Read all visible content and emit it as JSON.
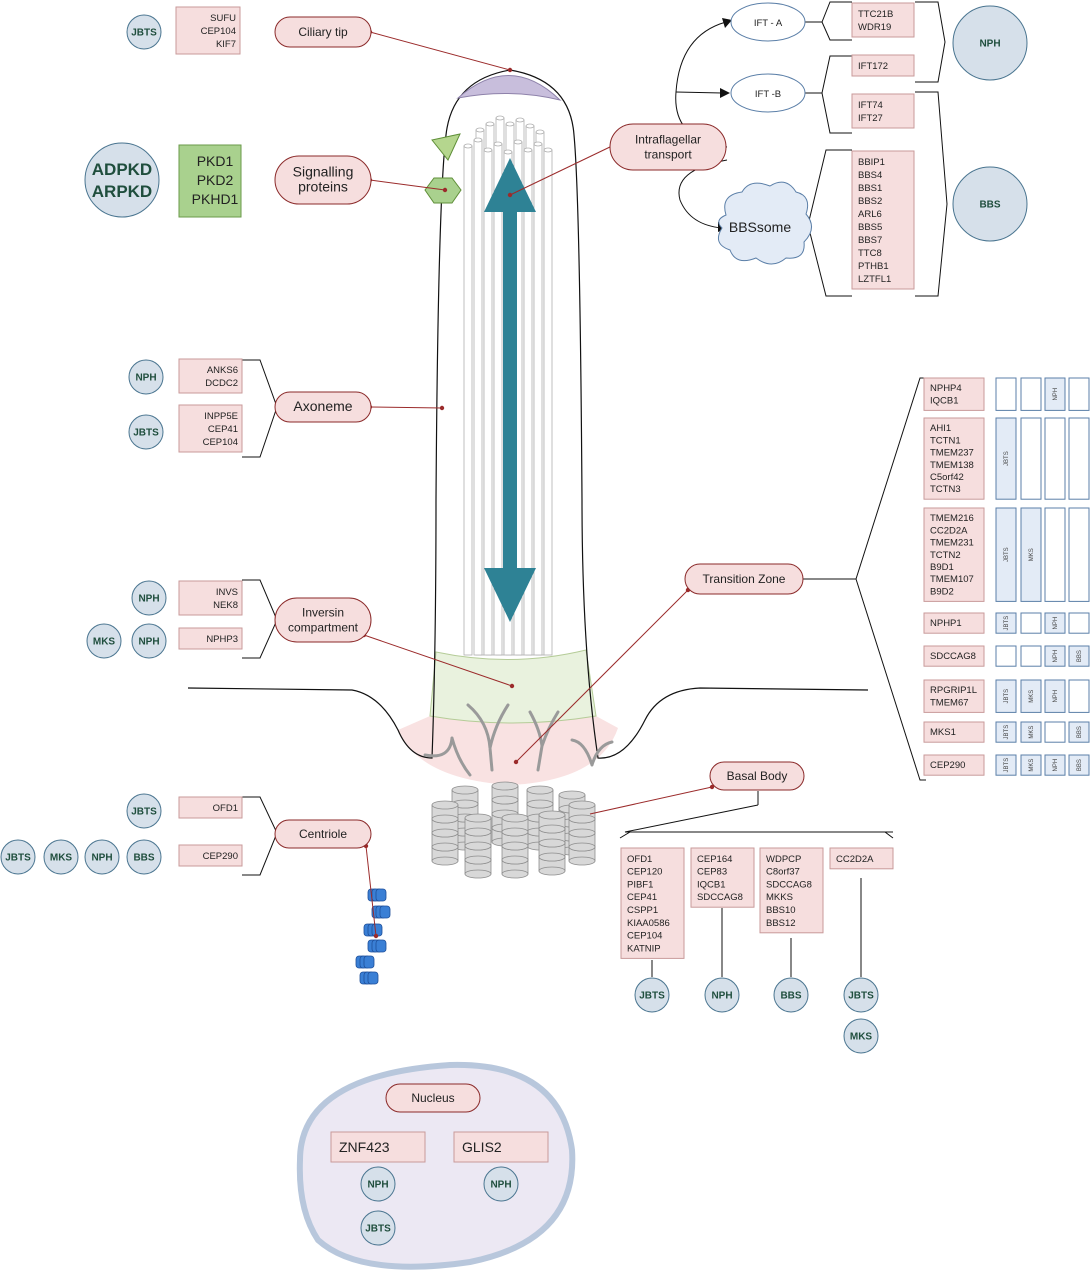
{
  "locations": {
    "ciliary_tip": "Ciliary tip",
    "signalling": [
      "Signalling",
      "proteins"
    ],
    "ift": [
      "Intraflagellar",
      "transport"
    ],
    "axoneme": "Axoneme",
    "inversin": [
      "Inversin",
      "compartment"
    ],
    "transition_zone": "Transition Zone",
    "basal_body": "Basal Body",
    "centriole": "Centriole",
    "nucleus": "Nucleus",
    "ift_a": "IFT - A",
    "ift_b": "IFT -B",
    "bbssome": "BBSsome"
  },
  "genes": {
    "tip": [
      "SUFU",
      "CEP104",
      "KIF7"
    ],
    "signalling": [
      "PKD1",
      "PKD2",
      "PKHD1"
    ],
    "ift_a": [
      "TTC21B",
      "WDR19"
    ],
    "ift_b1": [
      "IFT172"
    ],
    "ift_b2": [
      "IFT74",
      "IFT27"
    ],
    "bbsome": [
      "BBIP1",
      "BBS4",
      "BBS1",
      "BBS2",
      "ARL6",
      "BBS5",
      "BBS7",
      "TTC8",
      "PTHB1",
      "LZTFL1"
    ],
    "axoneme_nph": [
      "ANKS6",
      "DCDC2"
    ],
    "axoneme_jbts": [
      "INPP5E",
      "CEP41",
      "CEP104"
    ],
    "inversin_nph": [
      "INVS",
      "NEK8"
    ],
    "inversin_mks": [
      "NPHP3"
    ],
    "centriole_jbts": [
      "OFD1"
    ],
    "centriole_all": [
      "CEP290"
    ],
    "tz1": [
      "NPHP4",
      "IQCB1"
    ],
    "tz2": [
      "AHI1",
      "TCTN1",
      "TMEM237",
      "TMEM138",
      "C5orf42",
      "TCTN3"
    ],
    "tz3": [
      "TMEM216",
      "CC2D2A",
      "TMEM231",
      "TCTN2",
      "B9D1",
      "TMEM107",
      "B9D2"
    ],
    "tz4": [
      "NPHP1"
    ],
    "tz5": [
      "SDCCAG8"
    ],
    "tz6": [
      "RPGRIP1L",
      "TMEM67"
    ],
    "tz7": [
      "MKS1"
    ],
    "tz8": [
      "CEP290"
    ],
    "bb1": [
      "OFD1",
      "CEP120",
      "PIBF1",
      "CEP41",
      "CSPP1",
      "KIAA0586",
      "CEP104",
      "KATNIP"
    ],
    "bb2": [
      "CEP164",
      "CEP83",
      "IQCB1",
      "SDCCAG8"
    ],
    "bb3": [
      "WDPCP",
      "C8orf37",
      "SDCCAG8",
      "MKKS",
      "BBS10",
      "BBS12"
    ],
    "bb4": [
      "CC2D2A"
    ],
    "nucleus1": [
      "ZNF423"
    ],
    "nucleus2": [
      "GLIS2"
    ]
  },
  "diseases": {
    "JBTS": "JBTS",
    "NPH": "NPH",
    "MKS": "MKS",
    "BBS": "BBS",
    "ADPKD": "ADPKD",
    "ARPKD": "ARPKD"
  },
  "tz_mini": {
    "JBTS": "JBTS",
    "MKS": "MKS",
    "NPH": "NPH",
    "BBS": "BBS"
  },
  "colors": {
    "gene_box": "#f6dede",
    "disease_circle": "#d6e0ea",
    "signalling_box": "#a9d18e",
    "axoneme_arrow": "#2e8295",
    "transition_zone": "#e9f2de",
    "basal_region": "#f9e2e2",
    "nucleus": "#ece8f3",
    "centriole_blue": "#3a7fd5"
  }
}
